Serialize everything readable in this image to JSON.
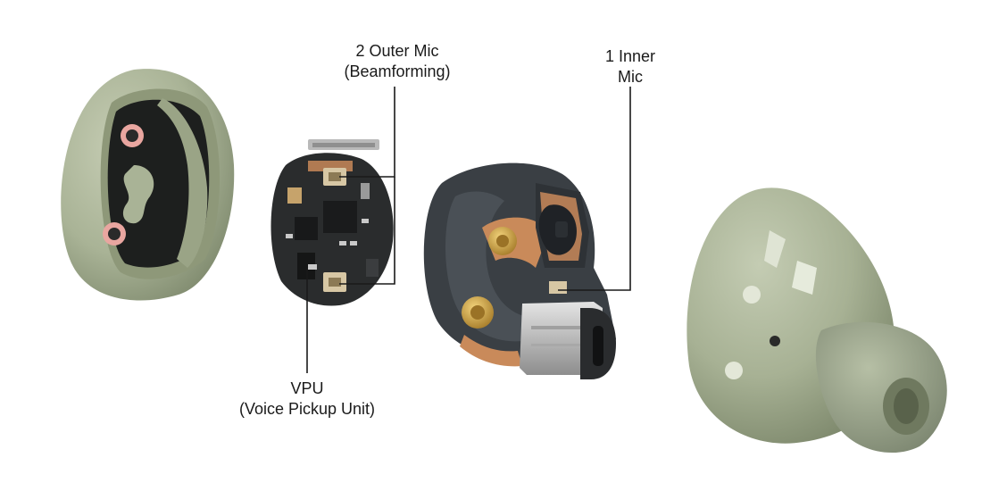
{
  "labels": {
    "outer_mic": {
      "line1": "2 Outer Mic",
      "line2": "(Beamforming)"
    },
    "inner_mic": {
      "line1": "1 Inner",
      "line2": "Mic"
    },
    "vpu": {
      "line1": "VPU",
      "line2": "(Voice Pickup Unit)"
    }
  },
  "colors": {
    "shell_green": "#a9b396",
    "pcb_dark": "#232526",
    "copper": "#c98a5a",
    "gold": "#d8b04a",
    "silver": "#c7c7c7",
    "leader_line": "#1a1a1a"
  }
}
